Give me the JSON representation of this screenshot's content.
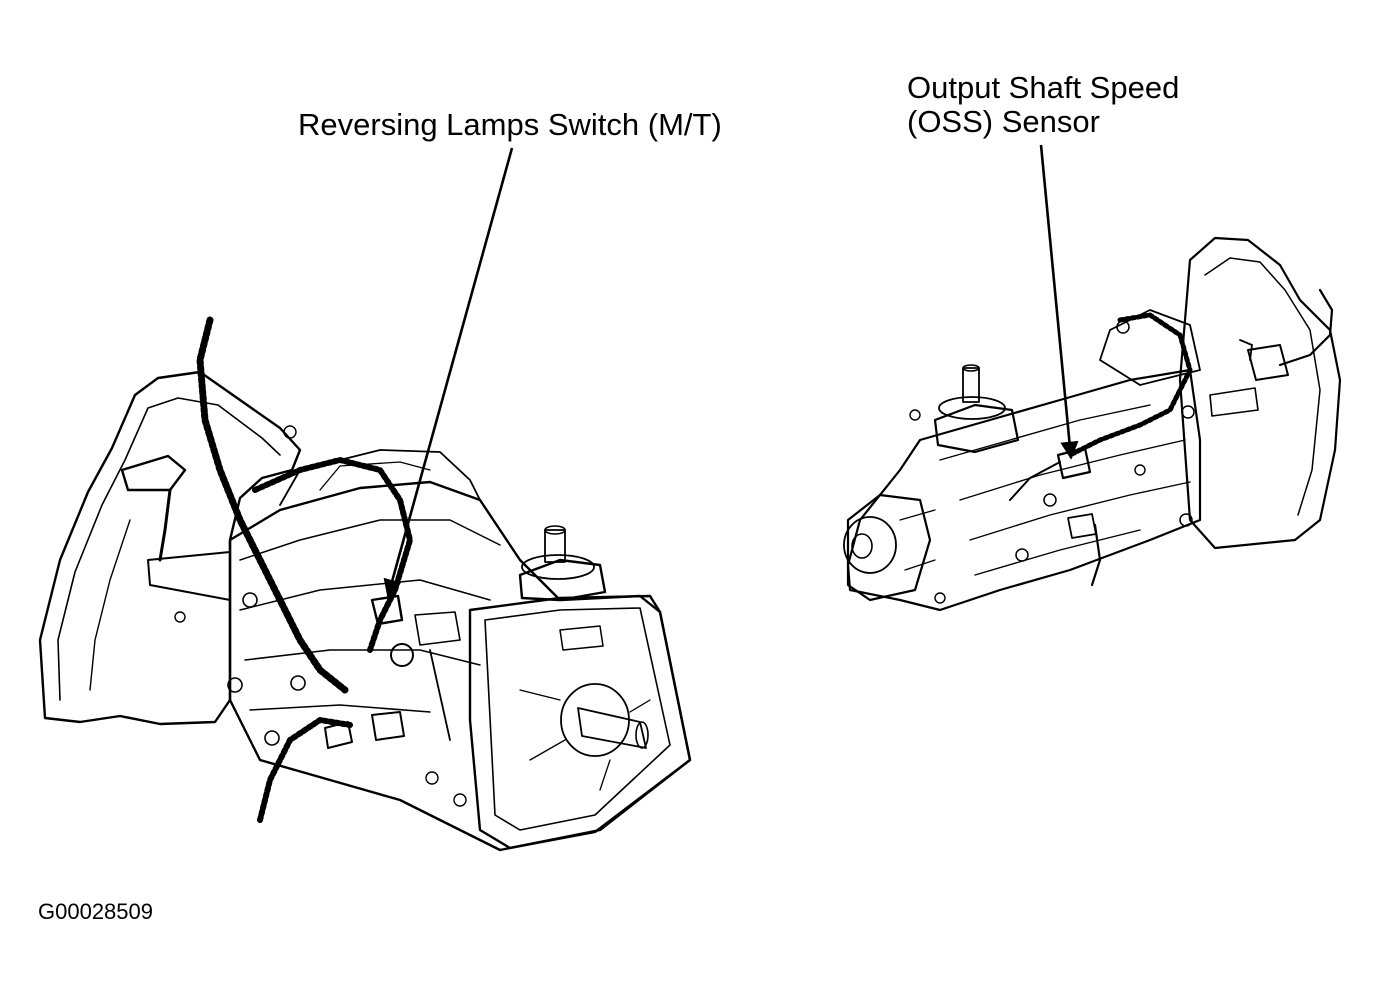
{
  "figure_id": "G00028509",
  "callouts": {
    "reversing_lamps_switch": "Reversing Lamps Switch (M/T)",
    "oss_sensor_line1": "Output Shaft Speed",
    "oss_sensor_line2": "(OSS) Sensor"
  },
  "colors": {
    "line": "#000000",
    "background": "#ffffff"
  }
}
